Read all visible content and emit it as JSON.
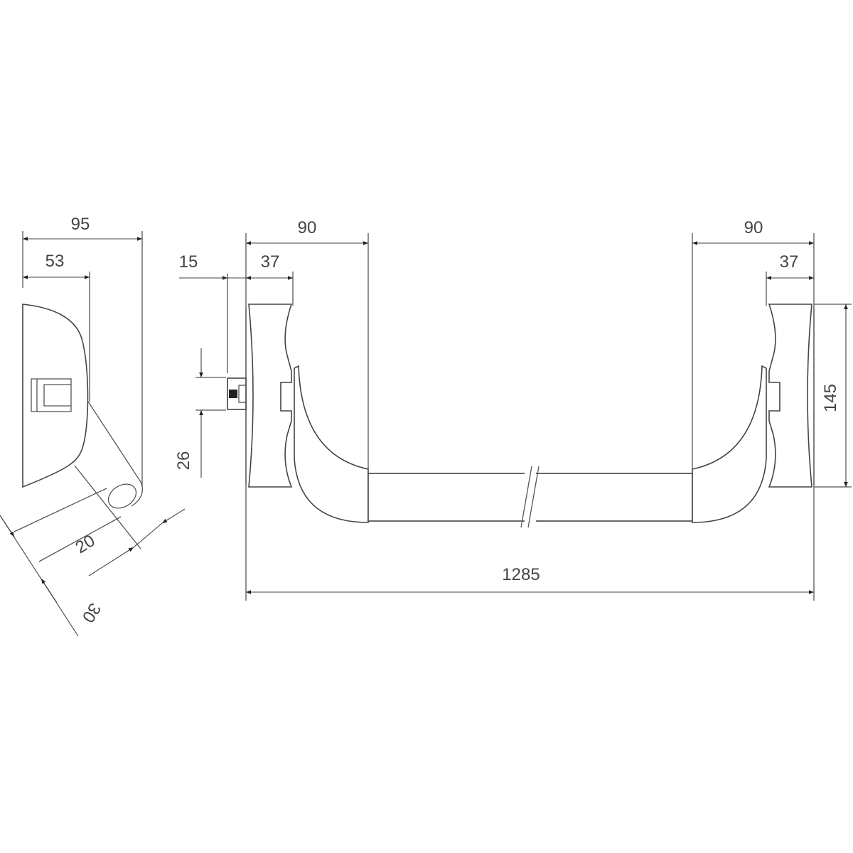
{
  "drawing": {
    "side_view": {
      "dim_total_depth": "95",
      "dim_body_depth": "53",
      "dim_handle_diameter": "20",
      "dim_handle_offset": "30"
    },
    "front_view": {
      "left_end": {
        "dim_projection": "90",
        "dim_plate_depth": "37",
        "dim_spindle": "15",
        "dim_spindle_height": "26"
      },
      "right_end": {
        "dim_projection": "90",
        "dim_plate_depth": "37",
        "dim_plate_height": "145"
      },
      "dim_overall_length": "1285"
    }
  }
}
